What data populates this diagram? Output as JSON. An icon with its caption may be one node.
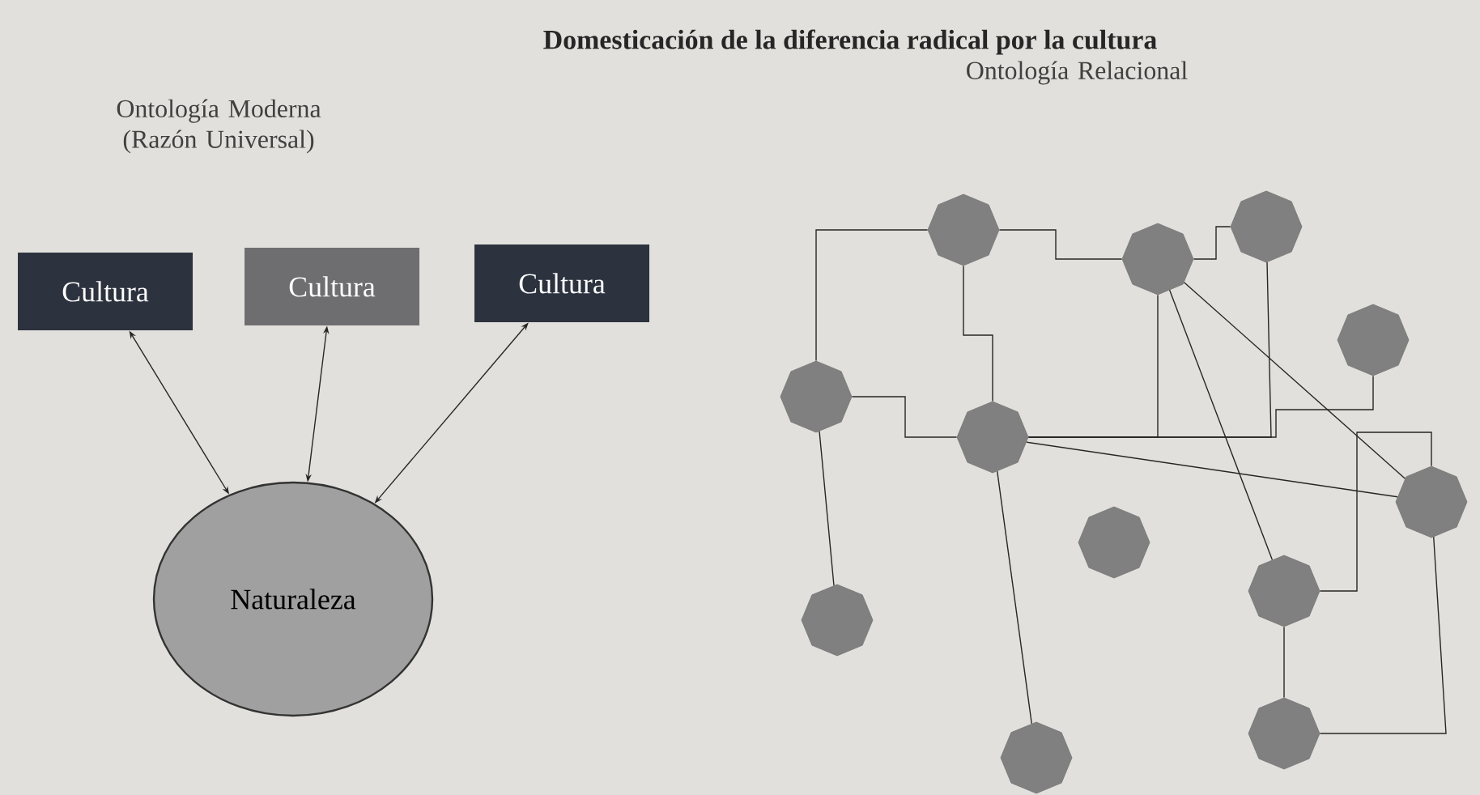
{
  "diagram": {
    "title": "Domesticación de la diferencia radical por la cultura",
    "nodes": [
      {
        "text": [
          "Cultura"
        ]
      },
      {
        "text": [
          "Cultura"
        ]
      },
      {
        "text": [
          "Cultura"
        ]
      },
      {
        "text": [
          "Naturaleza"
        ]
      },
      {
        "text": [],
        "shape": "octagon"
      },
      {
        "text": [],
        "shape": "octagon"
      },
      {
        "text": [],
        "shape": "octagon"
      },
      {
        "text": [],
        "shape": "octagon"
      },
      {
        "text": [],
        "shape": "octagon"
      },
      {
        "text": [],
        "shape": "octagon"
      },
      {
        "text": [],
        "shape": "octagon"
      },
      {
        "text": [],
        "shape": "octagon"
      },
      {
        "text": [],
        "shape": "octagon"
      },
      {
        "text": [],
        "shape": "octagon"
      },
      {
        "text": [],
        "shape": "octagon"
      },
      {
        "text": [],
        "shape": "octagon"
      }
    ],
    "edges": [
      {
        "from": 0,
        "to": 3,
        "arrow": "both"
      },
      {
        "from": 1,
        "to": 3,
        "arrow": "both"
      },
      {
        "from": 2,
        "to": 3,
        "arrow": "both"
      },
      {
        "from": 4,
        "to": 8,
        "arrow": "none"
      },
      {
        "from": 4,
        "to": 6,
        "arrow": "none"
      },
      {
        "from": 6,
        "to": 5,
        "arrow": "none"
      },
      {
        "from": 4,
        "to": 9,
        "arrow": "none"
      },
      {
        "from": 8,
        "to": 9,
        "arrow": "none"
      },
      {
        "from": 8,
        "to": 13,
        "arrow": "none"
      },
      {
        "from": 9,
        "to": 15,
        "arrow": "none"
      },
      {
        "from": 9,
        "to": 10,
        "arrow": "none"
      },
      {
        "from": 9,
        "to": 5,
        "arrow": "none"
      },
      {
        "from": 9,
        "to": 6,
        "arrow": "none"
      },
      {
        "from": 9,
        "to": 7,
        "arrow": "none"
      },
      {
        "from": 6,
        "to": 10,
        "arrow": "none"
      },
      {
        "from": 6,
        "to": 12,
        "arrow": "none"
      },
      {
        "from": 12,
        "to": 10,
        "arrow": "none"
      },
      {
        "from": 12,
        "to": 14,
        "arrow": "none"
      },
      {
        "from": 14,
        "to": 10,
        "arrow": "none"
      }
    ],
    "labels": [
      "Ontología Moderna (Razón Universal)",
      "Ontología Relacional"
    ]
  }
}
